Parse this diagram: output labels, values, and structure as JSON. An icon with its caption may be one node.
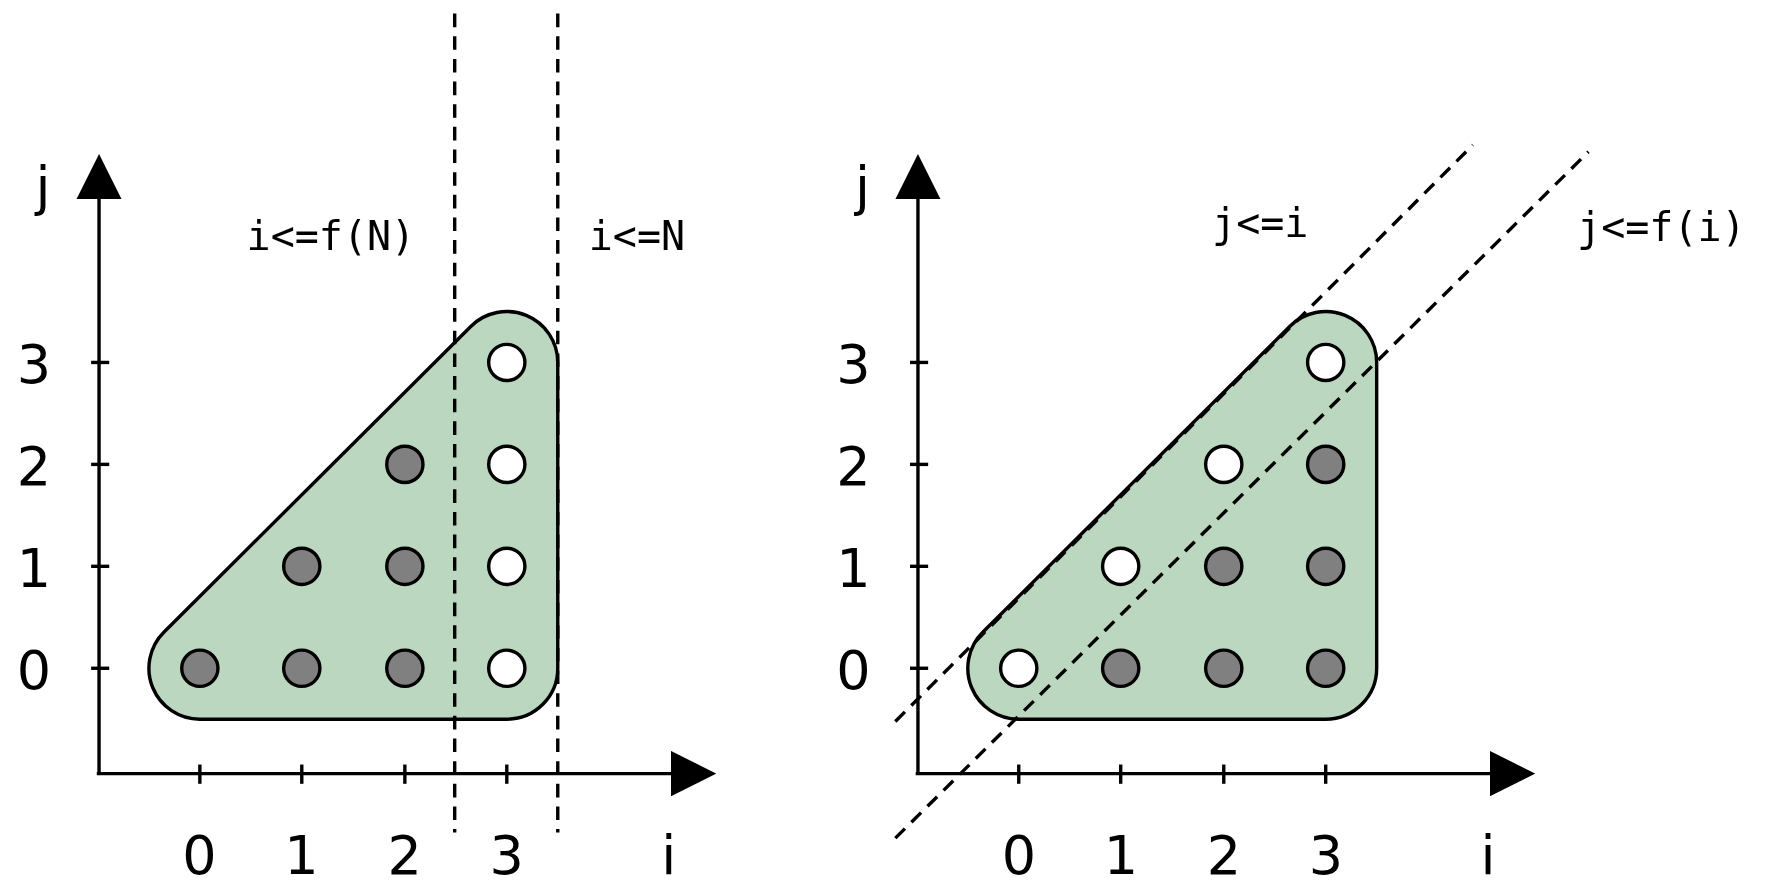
{
  "diagram": {
    "labels": [
      "j",
      "i<=f(N)",
      "i<=N",
      "3",
      "2",
      "1",
      "0",
      "0",
      "1",
      "2",
      "3",
      "i",
      "j",
      "j<=i",
      "j<=f(i)",
      "3",
      "2",
      "1",
      "0",
      "0",
      "1",
      "2",
      "3",
      "i"
    ]
  }
}
